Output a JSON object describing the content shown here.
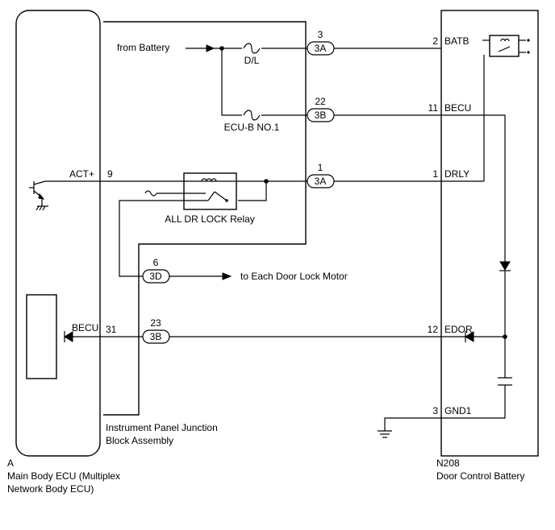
{
  "labels": {
    "from_battery": "from Battery",
    "fuse_dl": "D/L",
    "fuse_ecub": "ECU-B NO.1",
    "relay": "ALL DR LOCK Relay",
    "to_motor": "to Each Door Lock Motor",
    "act_plus": "ACT+",
    "becu_left": "BECU",
    "batb": "BATB",
    "becu_right": "BECU",
    "drly": "DRLY",
    "edor": "EDOR",
    "gnd1": "GND1",
    "jb_line1": "Instrument Panel Junction",
    "jb_line2": "Block Assembly",
    "ecu_code": "A",
    "ecu_line1": "Main Body ECU (Multiplex",
    "ecu_line2": "Network Body ECU)",
    "bat_code": "N208",
    "bat_name": "Door Control Battery"
  },
  "connectors": {
    "c1": {
      "pin": "3",
      "id": "3A"
    },
    "c2": {
      "pin": "22",
      "id": "3B"
    },
    "c3": {
      "pin": "1",
      "id": "3A"
    },
    "c4": {
      "pin": "6",
      "id": "3D"
    },
    "c5": {
      "pin": "23",
      "id": "3B"
    }
  },
  "pins": {
    "act": "9",
    "becu_left": "31",
    "batb": "2",
    "becu_right": "11",
    "drly": "1",
    "edor": "12",
    "gnd1": "3"
  }
}
